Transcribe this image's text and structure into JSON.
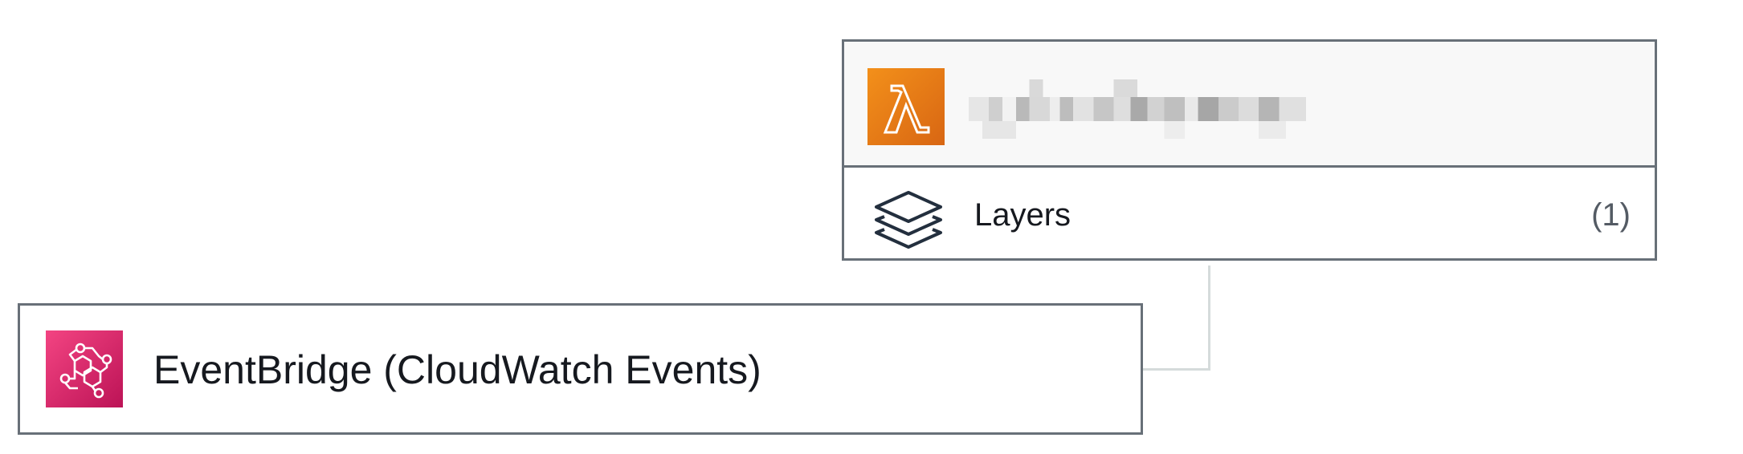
{
  "function": {
    "name": "",
    "icon": "lambda-icon",
    "layers_label": "Layers",
    "layers_count": "(1)",
    "layers_icon": "layers-icon"
  },
  "trigger": {
    "label": "EventBridge (CloudWatch Events)",
    "icon": "eventbridge-icon"
  },
  "colors": {
    "lambda_orange": "#ed7100",
    "eventbridge_pink": "#e7157b",
    "border": "#687078",
    "connector": "#d5dbdb",
    "text": "#16191f"
  }
}
